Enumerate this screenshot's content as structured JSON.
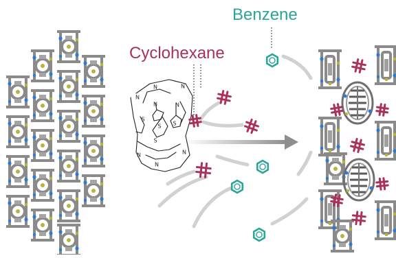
{
  "labels": {
    "benzene": "Benzene",
    "cyclohexane": "Cyclohexane"
  },
  "atom_labels": {
    "nitrogen": "N",
    "sulfur": "S"
  },
  "colors": {
    "benzene": "#2aa596",
    "cyclohexane": "#a8325a",
    "framework_carbon": "#8a8a8a",
    "framework_nitrogen": "#2b7bd6",
    "framework_sulfur": "#b8b53a",
    "arrow": "#8e8e8e",
    "motion_trail": "#c9c9c9"
  }
}
